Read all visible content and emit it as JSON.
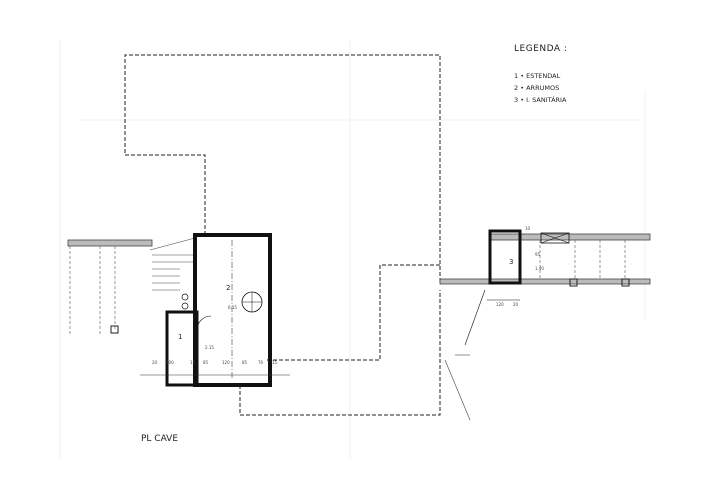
{
  "legend": {
    "title": "LEGENDA :",
    "items": [
      "1 • ESTENDAL",
      "2 • ARRUMOS",
      "3 • I. SANITÁRIA"
    ]
  },
  "plan_title": "PL CAVE",
  "rooms": [
    "1",
    "2",
    "3"
  ],
  "dimensions": [
    "20",
    "100",
    "15",
    "85",
    "120",
    "85",
    "70",
    "15",
    "2.15",
    "6.15",
    "120",
    "20",
    "95",
    "1.40",
    "10"
  ],
  "colors": {
    "line": "#1a1a1a",
    "hatch": "#888888"
  }
}
